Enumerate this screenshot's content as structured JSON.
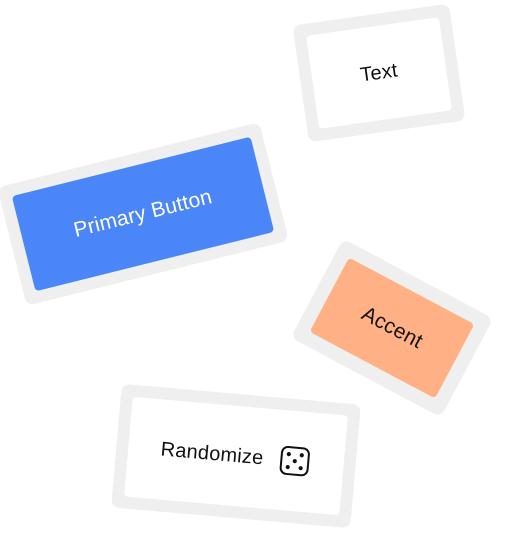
{
  "cards": {
    "text": {
      "label": "Text"
    },
    "primary": {
      "label": "Primary Button",
      "fill": "#4a86f7"
    },
    "accent": {
      "label": "Accent",
      "fill": "#ffb085"
    },
    "randomize": {
      "label": "Randomize",
      "icon": "dice-icon"
    }
  },
  "colors": {
    "card_frame": "#efefef",
    "text": "#111111",
    "primary_text": "#ffffff"
  }
}
